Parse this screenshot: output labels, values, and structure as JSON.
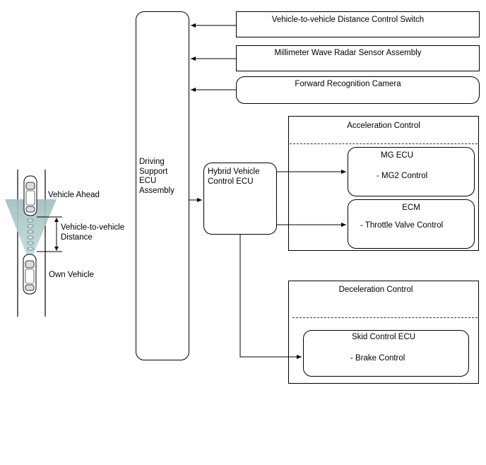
{
  "inputs": {
    "distance_switch": "Vehicle-to-vehicle Distance Control Switch",
    "radar_sensor": "Millimeter Wave Radar Sensor Assembly",
    "camera": "Forward Recognition Camera"
  },
  "driving_support_ecu": {
    "line1": "Driving",
    "line2": "Support",
    "line3": "ECU",
    "line4": "Assembly"
  },
  "hybrid_ecu": {
    "line1": "Hybrid Vehicle",
    "line2": "Control ECU"
  },
  "acceleration": {
    "title": "Acceleration Control",
    "mg_ecu": {
      "name": "MG ECU",
      "function": "- MG2 Control"
    },
    "ecm": {
      "name": "ECM",
      "function": "- Throttle Valve Control"
    }
  },
  "deceleration": {
    "title": "Deceleration Control",
    "skid_ecu": {
      "name": "Skid Control ECU",
      "function": "- Brake Control"
    }
  },
  "illustration": {
    "vehicle_ahead": "Vehicle Ahead",
    "distance_line1": "Vehicle-to-vehicle",
    "distance_line2": "Distance",
    "own_vehicle": "Own Vehicle"
  }
}
